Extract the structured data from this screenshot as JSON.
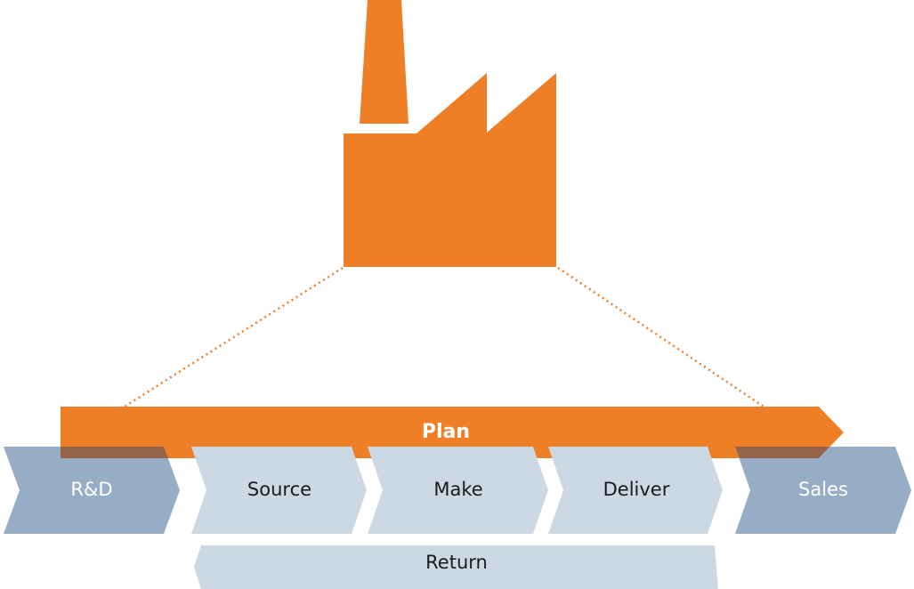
{
  "colors": {
    "orange": "#ee7f27",
    "overlap_brown": "#956448",
    "dark_chevron": "#96adc5",
    "light_chevron": "#ccd8e4",
    "light_text": "#ffffff",
    "dark_text": "#1a1a1a"
  },
  "factory": {
    "icon": "factory-icon"
  },
  "plan": {
    "label": "Plan"
  },
  "stages": {
    "rd": "R&D",
    "source": "Source",
    "make": "Make",
    "deliver": "Deliver",
    "sales": "Sales"
  },
  "return_bar": {
    "label": "Return"
  }
}
